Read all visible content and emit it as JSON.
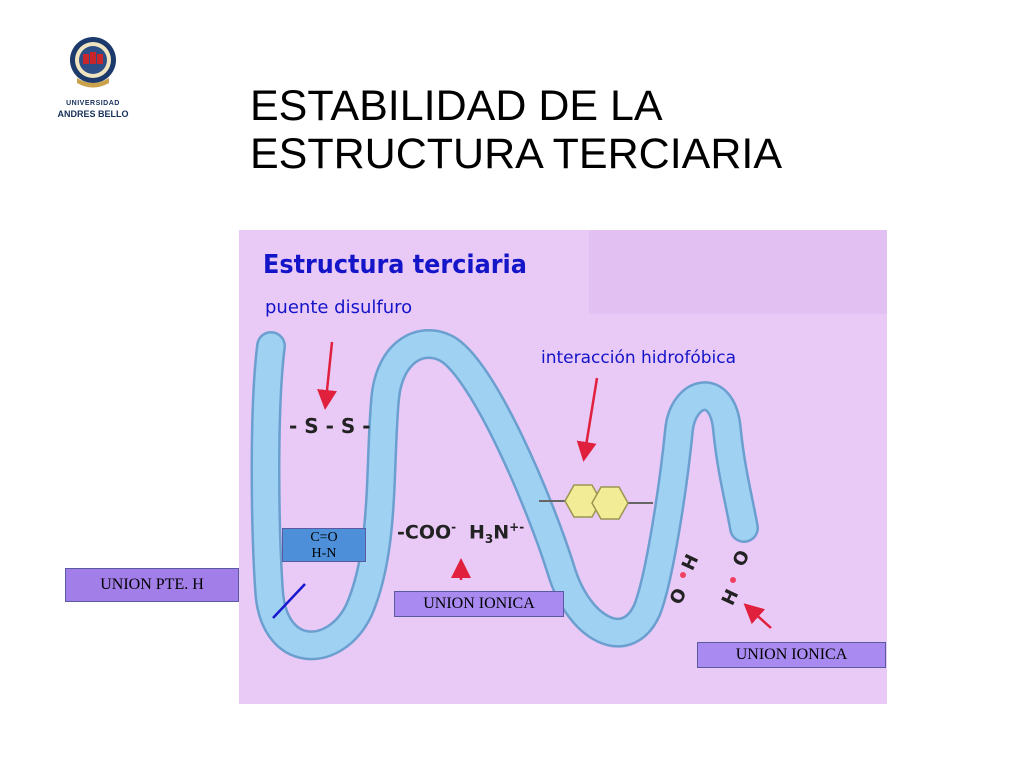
{
  "logo": {
    "line1": "UNIVERSIDAD",
    "line2": "ANDRES BELLO"
  },
  "title": {
    "line1": "ESTABILIDAD DE LA",
    "line2": "ESTRUCTURA TERCIARIA"
  },
  "figure": {
    "title": "Estructura terciaria",
    "label_disulfide": "puente disulfuro",
    "label_hydrophobic": "interacción hidrofóbica",
    "disulfide_text": "- S - S -",
    "coo_text": "-COO",
    "coo_sup": "-",
    "h3n_text": "H",
    "h3n_sub": "3",
    "h3n_text2": "N",
    "h3n_sup": "+-",
    "hbond_top_h": "H",
    "hbond_top_o": "O",
    "hbond_bottom_o": "O",
    "hbond_bottom_h": "H"
  },
  "annotations": {
    "co_line1": "C=O",
    "co_line2": "H-N",
    "union_pte_h": "UNION  PTE. H",
    "union_ionica_1": "UNION IONICA",
    "union_ionica_2": "UNION IONICA"
  },
  "colors": {
    "diagram_bg": "#e9c9f6",
    "chain_fill": "#9fd1f2",
    "chain_edge": "#6b9fcf",
    "hexagon": "#f3ec97",
    "figure_text": "#1414c8",
    "arrow": "#e0203c",
    "pointer": "#1818d0"
  }
}
